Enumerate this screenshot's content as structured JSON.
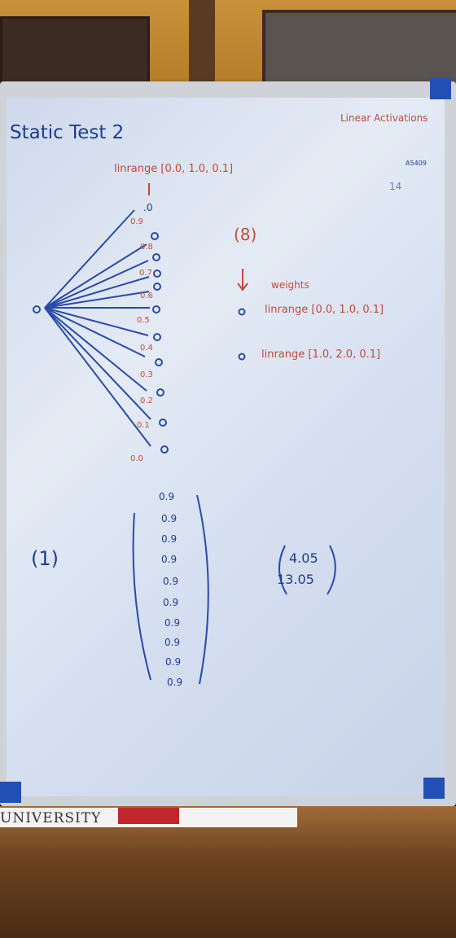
{
  "board": {
    "title": "Static Test 2",
    "corner_note": "Linear Activations",
    "small_note_1": "A5409",
    "small_note_2": "14",
    "top_label": "linrange [0.0, 1.0, 0.1]",
    "node_labels": [
      ".0",
      "0.9",
      "0.8",
      "0.7",
      "0.6",
      "0.5",
      "0.4",
      "0.3",
      "0.2",
      "0.1",
      "0.0"
    ],
    "paren_symbol": "(8)",
    "weights_label": "weights",
    "weight_range_1": "linrange [0.0, 1.0, 0.1]",
    "weight_range_2": "linrange [1.0, 2.0, 0.1]",
    "input_label": "(1)",
    "column_values": [
      "0.9",
      "0.9",
      "0.9",
      "0.9",
      "0.9",
      "0.9",
      "0.9",
      "0.9",
      "0.9",
      "0.9"
    ],
    "result_1": "4.05",
    "result_2": "13.05"
  },
  "banner": {
    "text": "UNIVERSITY"
  }
}
